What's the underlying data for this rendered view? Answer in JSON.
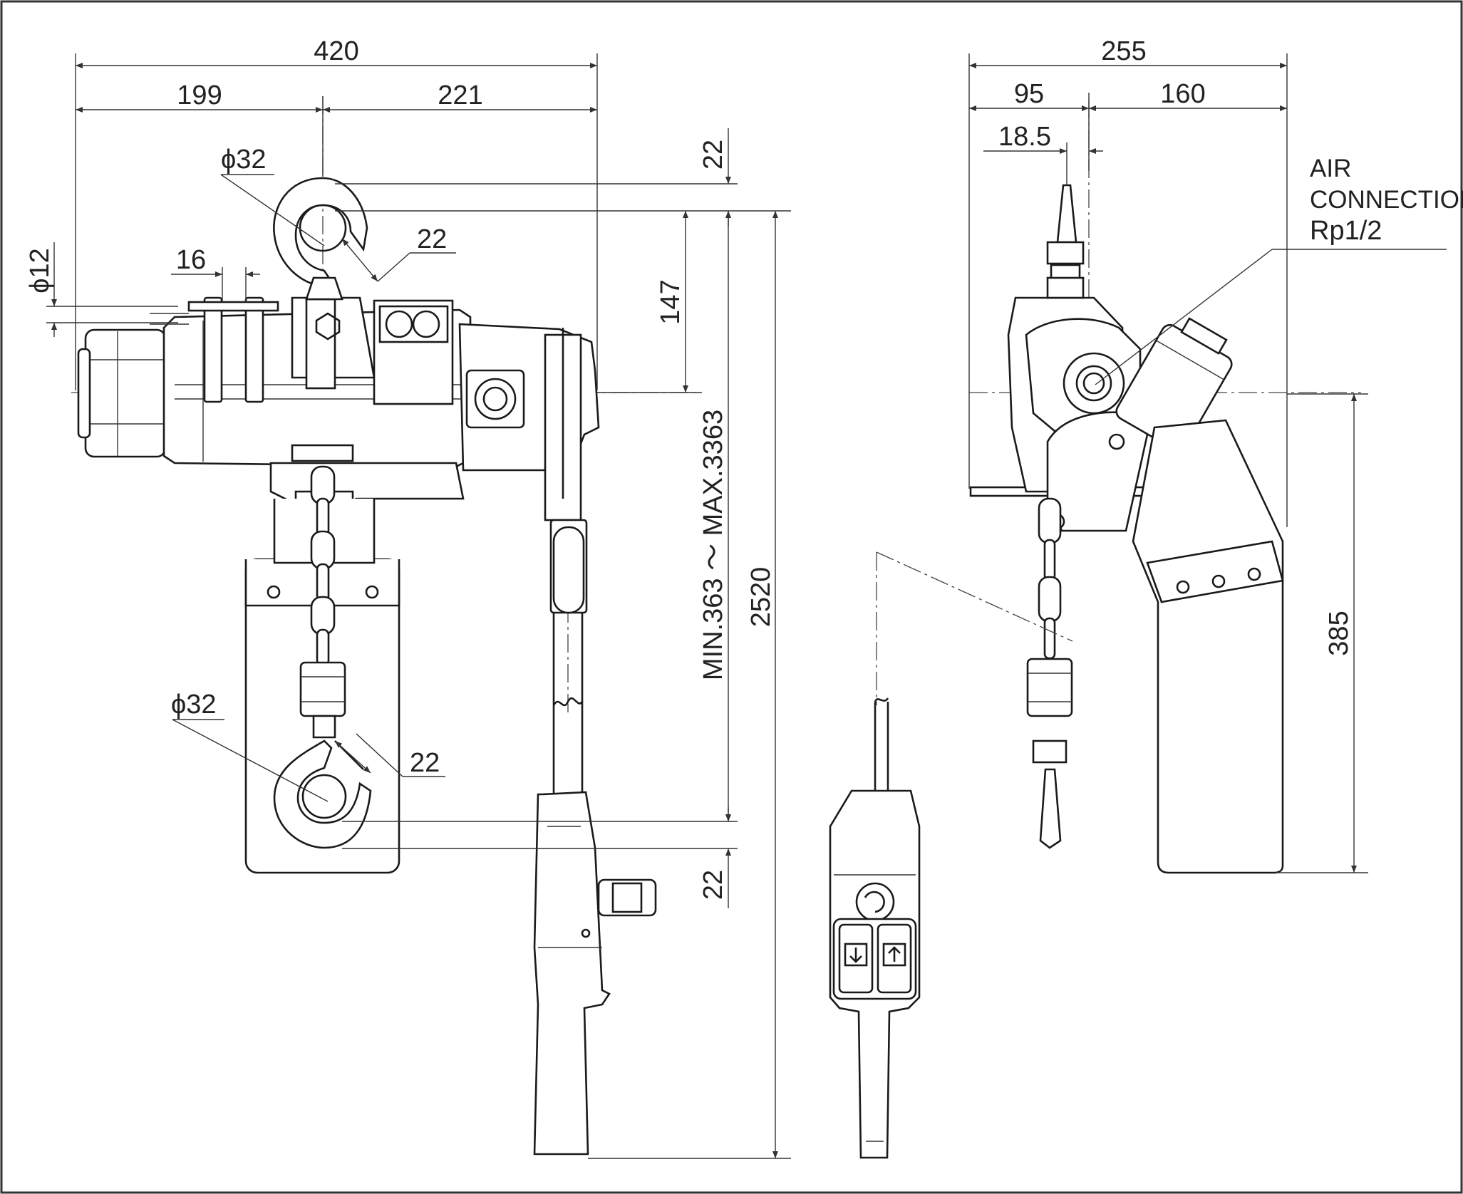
{
  "drawing": {
    "front_view": {
      "total_width": "420",
      "left_width": "199",
      "right_width": "221",
      "top_hook_diameter": "ϕ32",
      "top_hook_opening": "22",
      "bottom_hook_diameter": "ϕ32",
      "bottom_hook_opening": "22",
      "hook_pitch": "16",
      "suspension_pin": "ϕ12",
      "top_offset": "22",
      "hook_to_center": "147",
      "lift_range": "MIN.363 ～ MAX.3363",
      "bottom_offset": "22",
      "control_length": "2520"
    },
    "side_view": {
      "total_width": "255",
      "left_width": "95",
      "right_width": "160",
      "hook_offset": "18.5",
      "air_connection_line1": "AIR",
      "air_connection_line2": "CONNECTION",
      "air_connection_line3": "Rp1/2",
      "bucket_height": "385"
    }
  }
}
